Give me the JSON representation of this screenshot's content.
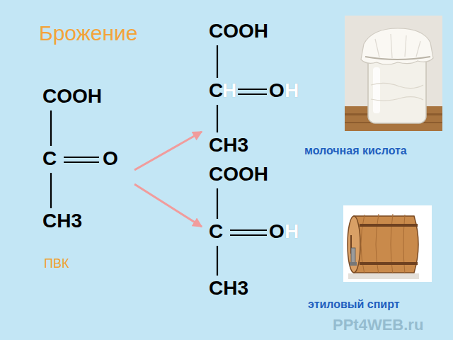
{
  "diagram": {
    "title": "Брожение",
    "nodes": [
      {
        "text": [
          "COOH",
          "C",
          "O",
          "CH3",
          "ПВК"
        ]
      },
      {
        "text": [
          "COOH",
          "C",
          "H",
          "O",
          "H",
          "CH3"
        ]
      },
      {
        "text": [
          "COOH",
          "C",
          "O",
          "H",
          "CH3"
        ]
      }
    ],
    "edges": [
      {
        "from": 0,
        "to": 1,
        "arrow": "to"
      },
      {
        "from": 0,
        "to": 2,
        "arrow": "to"
      }
    ],
    "labels": [
      "молочная кислота",
      "этиловый спирт",
      "PPt4WEB.ru"
    ]
  }
}
